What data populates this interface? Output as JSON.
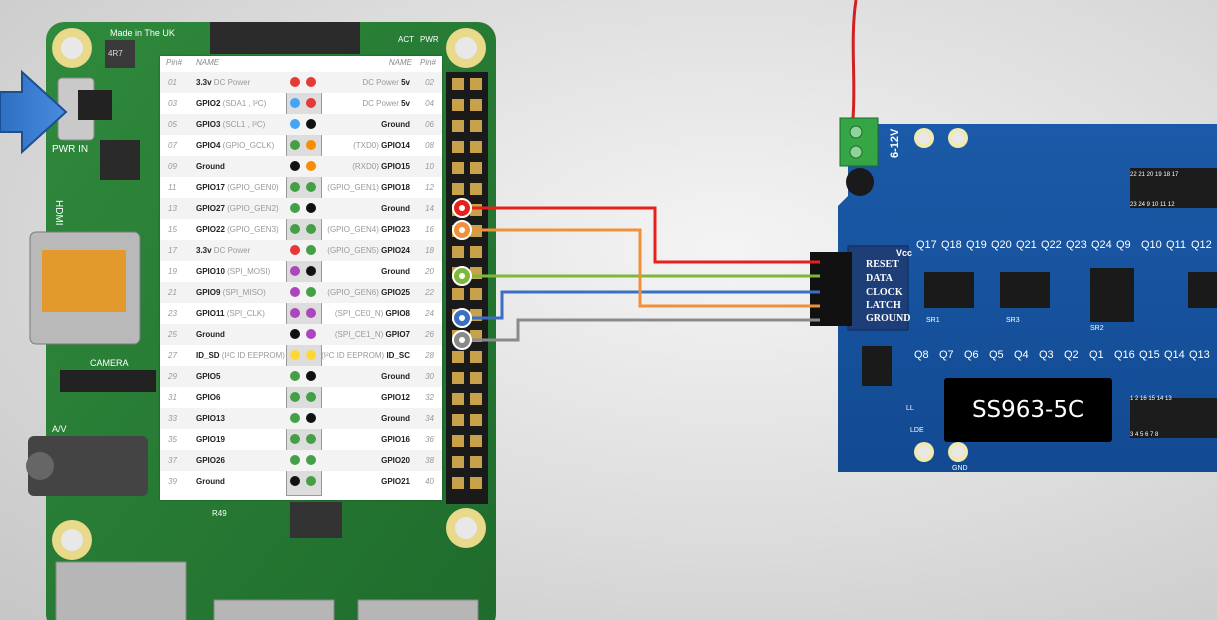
{
  "pi_board": {
    "made_in": "Made in The UK",
    "pwr_in": "PWR IN",
    "hdmi": "HDMI",
    "camera": "CAMERA",
    "av": "A/V",
    "act": "ACT",
    "pwr": "PWR",
    "chip_top": "4R7",
    "chip_mid": "R49"
  },
  "pin_table": {
    "header_left_num": "Pin#",
    "header_left_name": "NAME",
    "header_right_name": "NAME",
    "header_right_num": "Pin#",
    "rows": [
      {
        "ln": "01",
        "l": "3.3v",
        "lsub": " DC Power",
        "rsub": "DC Power ",
        "r": "5v",
        "rn": "02",
        "lc": "#e53935",
        "rc": "#e53935"
      },
      {
        "ln": "03",
        "l": "GPIO2",
        "lsub": " (SDA1 , I²C)",
        "rsub": "DC Power ",
        "r": "5v",
        "rn": "04",
        "lc": "#42a5f5",
        "rc": "#e53935"
      },
      {
        "ln": "05",
        "l": "GPIO3",
        "lsub": " (SCL1 , I²C)",
        "rsub": "",
        "r": "Ground",
        "rn": "06",
        "lc": "#42a5f5",
        "rc": "#111"
      },
      {
        "ln": "07",
        "l": "GPIO4",
        "lsub": " (GPIO_GCLK)",
        "rsub": "(TXD0) ",
        "r": "GPIO14",
        "rn": "08",
        "lc": "#43a047",
        "rc": "#fb8c00"
      },
      {
        "ln": "09",
        "l": "Ground",
        "lsub": "",
        "rsub": "(RXD0) ",
        "r": "GPIO15",
        "rn": "10",
        "lc": "#111",
        "rc": "#fb8c00"
      },
      {
        "ln": "11",
        "l": "GPIO17",
        "lsub": " (GPIO_GEN0)",
        "rsub": "(GPIO_GEN1) ",
        "r": "GPIO18",
        "rn": "12",
        "lc": "#43a047",
        "rc": "#43a047"
      },
      {
        "ln": "13",
        "l": "GPIO27",
        "lsub": " (GPIO_GEN2)",
        "rsub": "",
        "r": "Ground",
        "rn": "14",
        "lc": "#43a047",
        "rc": "#111"
      },
      {
        "ln": "15",
        "l": "GPIO22",
        "lsub": " (GPIO_GEN3)",
        "rsub": "(GPIO_GEN4) ",
        "r": "GPIO23",
        "rn": "16",
        "lc": "#43a047",
        "rc": "#43a047"
      },
      {
        "ln": "17",
        "l": "3.3v",
        "lsub": " DC Power",
        "rsub": "(GPIO_GEN5) ",
        "r": "GPIO24",
        "rn": "18",
        "lc": "#e53935",
        "rc": "#43a047"
      },
      {
        "ln": "19",
        "l": "GPIO10",
        "lsub": " (SPI_MOSI)",
        "rsub": "",
        "r": "Ground",
        "rn": "20",
        "lc": "#ab47bc",
        "rc": "#111"
      },
      {
        "ln": "21",
        "l": "GPIO9",
        "lsub": " (SPI_MISO)",
        "rsub": "(GPIO_GEN6) ",
        "r": "GPIO25",
        "rn": "22",
        "lc": "#ab47bc",
        "rc": "#43a047"
      },
      {
        "ln": "23",
        "l": "GPIO11",
        "lsub": " (SPI_CLK)",
        "rsub": "(SPI_CE0_N) ",
        "r": "GPIO8",
        "rn": "24",
        "lc": "#ab47bc",
        "rc": "#ab47bc"
      },
      {
        "ln": "25",
        "l": "Ground",
        "lsub": "",
        "rsub": "(SPI_CE1_N) ",
        "r": "GPIO7",
        "rn": "26",
        "lc": "#111",
        "rc": "#ab47bc"
      },
      {
        "ln": "27",
        "l": "ID_SD",
        "lsub": " (I²C ID EEPROM)",
        "rsub": "(I²C ID EEPROM) ",
        "r": "ID_SC",
        "rn": "28",
        "lc": "#fdd835",
        "rc": "#fdd835"
      },
      {
        "ln": "29",
        "l": "GPIO5",
        "lsub": "",
        "rsub": "",
        "r": "Ground",
        "rn": "30",
        "lc": "#43a047",
        "rc": "#111"
      },
      {
        "ln": "31",
        "l": "GPIO6",
        "lsub": "",
        "rsub": "",
        "r": "GPIO12",
        "rn": "32",
        "lc": "#43a047",
        "rc": "#43a047"
      },
      {
        "ln": "33",
        "l": "GPIO13",
        "lsub": "",
        "rsub": "",
        "r": "Ground",
        "rn": "34",
        "lc": "#43a047",
        "rc": "#111"
      },
      {
        "ln": "35",
        "l": "GPIO19",
        "lsub": "",
        "rsub": "",
        "r": "GPIO16",
        "rn": "36",
        "lc": "#43a047",
        "rc": "#43a047"
      },
      {
        "ln": "37",
        "l": "GPIO26",
        "lsub": "",
        "rsub": "",
        "r": "GPIO20",
        "rn": "38",
        "lc": "#43a047",
        "rc": "#43a047"
      },
      {
        "ln": "39",
        "l": "Ground",
        "lsub": "",
        "rsub": "",
        "r": "GPIO21",
        "rn": "40",
        "lc": "#111",
        "rc": "#43a047"
      }
    ]
  },
  "wires": [
    {
      "name": "RESET",
      "color": "#e8201c"
    },
    {
      "name": "DATA",
      "color": "#7db83a"
    },
    {
      "name": "CLOCK",
      "color": "#3a6fc4"
    },
    {
      "name": "LATCH",
      "color": "#f0903a"
    },
    {
      "name": "GROUND",
      "color": "#8a8a8a"
    }
  ],
  "controller": {
    "model": "SS963-5C",
    "voltage": "6-12V",
    "vcc": "Vcc",
    "gnd": "GND",
    "outputs_top": [
      "Q17",
      "Q18",
      "Q19",
      "Q20",
      "Q21",
      "Q22",
      "Q23",
      "Q24",
      "Q9",
      "Q10",
      "Q11",
      "Q12"
    ],
    "outputs_bottom": [
      "Q8",
      "Q7",
      "Q6",
      "Q5",
      "Q4",
      "Q3",
      "Q2",
      "Q1",
      "Q16",
      "Q15",
      "Q14",
      "Q13"
    ],
    "sr_labels": [
      "SR1",
      "SR3",
      "SR2"
    ],
    "header_top_nums": "22 21 20 19 18 17",
    "header_top_nums2": "23 24 9 10 11 12",
    "header_bot_nums": "1 2 16 15 14 13",
    "header_bot_nums2": "3 4 5 6 7 8",
    "lde": "LDE",
    "ll": "LL"
  }
}
